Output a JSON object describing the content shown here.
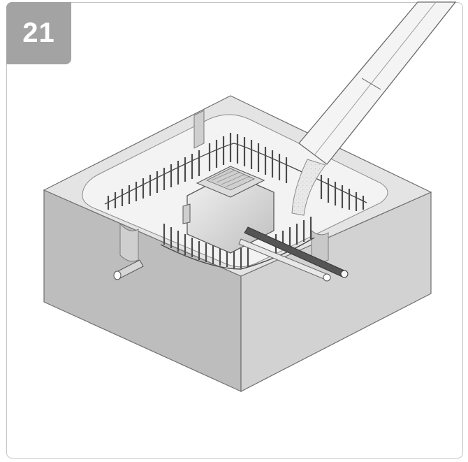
{
  "step": {
    "number": "21"
  },
  "colors": {
    "frame_border": "#c4c4c4",
    "badge_bg": "#a3a3a3",
    "badge_text": "#ffffff",
    "concrete_top": "#e2e2e2",
    "concrete_left": "#bdbdbd",
    "concrete_right": "#d0d0d0",
    "rebar": "#4a4a4a"
  },
  "illustration": {
    "subject": "concrete-pour-into-rebar-cage",
    "components": [
      "concrete-block",
      "rebar-cage",
      "junction-box",
      "conduit-pipes",
      "pour-chute",
      "concrete-stream"
    ]
  }
}
